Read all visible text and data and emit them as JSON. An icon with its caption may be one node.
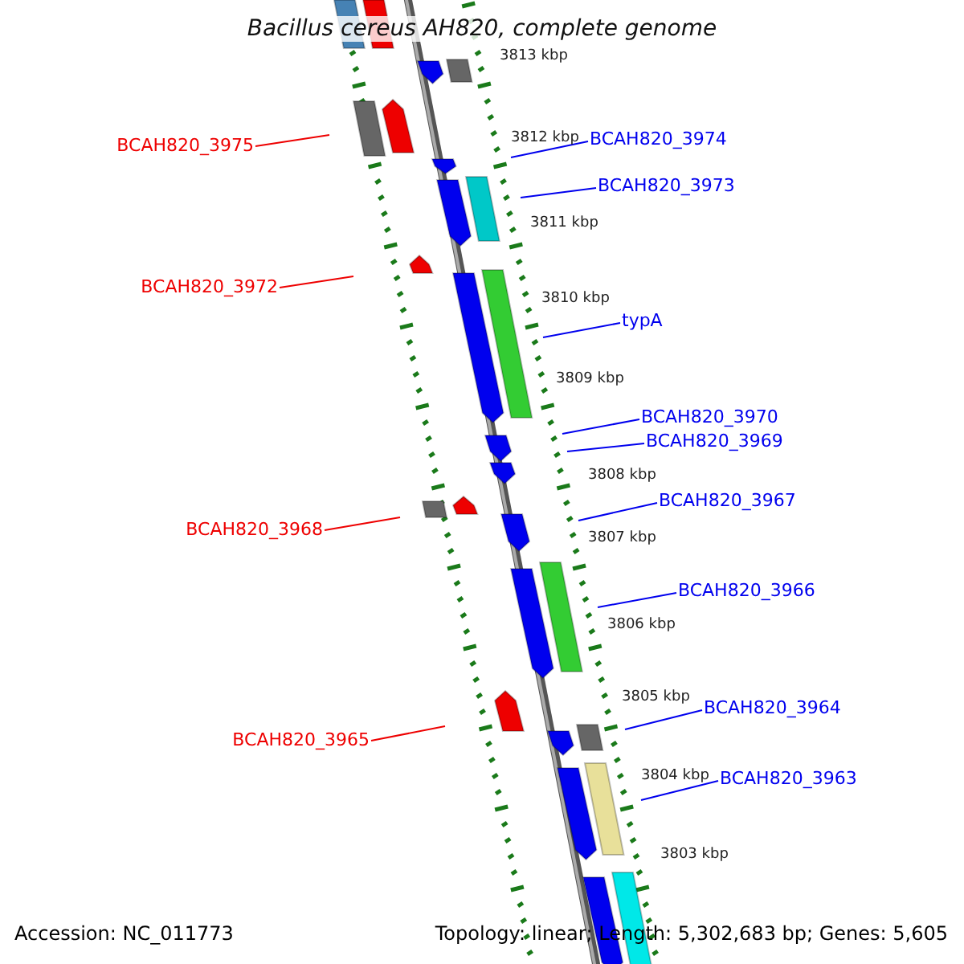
{
  "diagram": {
    "title": "Bacillus cereus AH820, complete genome",
    "nodes": [
      {
        "text": [
          "BCAH820_3974"
        ]
      },
      {
        "text": [
          "BCAH820_3975"
        ]
      },
      {
        "text": [
          "BCAH820_3973"
        ]
      },
      {
        "text": [
          "BCAH820_3972"
        ]
      },
      {
        "text": [
          "typA"
        ]
      },
      {
        "text": [
          "BCAH820_3970"
        ]
      },
      {
        "text": [
          "BCAH820_3969"
        ]
      },
      {
        "text": [
          "BCAH820_3967"
        ]
      },
      {
        "text": [
          "BCAH820_3968"
        ]
      },
      {
        "text": [
          "BCAH820_3966"
        ]
      },
      {
        "text": [
          "BCAH820_3964"
        ]
      },
      {
        "text": [
          "BCAH820_3965"
        ]
      },
      {
        "text": [
          "BCAH820_3963"
        ]
      }
    ],
    "edges": [
      {
        "from": 0,
        "to": null,
        "arrow": "none"
      },
      {
        "from": 1,
        "to": null,
        "arrow": "none",
        "color": "#ee0000"
      },
      {
        "from": 2,
        "to": null,
        "arrow": "none"
      },
      {
        "from": 3,
        "to": null,
        "arrow": "none",
        "color": "#ee0000"
      },
      {
        "from": 4,
        "to": null,
        "arrow": "none"
      },
      {
        "from": 5,
        "to": null,
        "arrow": "none"
      },
      {
        "from": 6,
        "to": null,
        "arrow": "none"
      },
      {
        "from": 7,
        "to": null,
        "arrow": "none"
      },
      {
        "from": 8,
        "to": null,
        "arrow": "none",
        "color": "#ee0000"
      },
      {
        "from": 9,
        "to": null,
        "arrow": "none"
      },
      {
        "from": 10,
        "to": null,
        "arrow": "none"
      },
      {
        "from": 11,
        "to": null,
        "arrow": "none",
        "color": "#ee0000"
      },
      {
        "from": 12,
        "to": null,
        "arrow": "none"
      }
    ],
    "labels": [
      "3813 kbp",
      "3812 kbp",
      "3811 kbp",
      "3810 kbp",
      "3809 kbp",
      "3808 kbp",
      "3807 kbp",
      "3806 kbp",
      "3805 kbp",
      "3804 kbp",
      "3803 kbp",
      "Accession: NC_011773",
      "Topology: linear; Length: 5,302,683 bp; Genes: 5,605"
    ]
  }
}
